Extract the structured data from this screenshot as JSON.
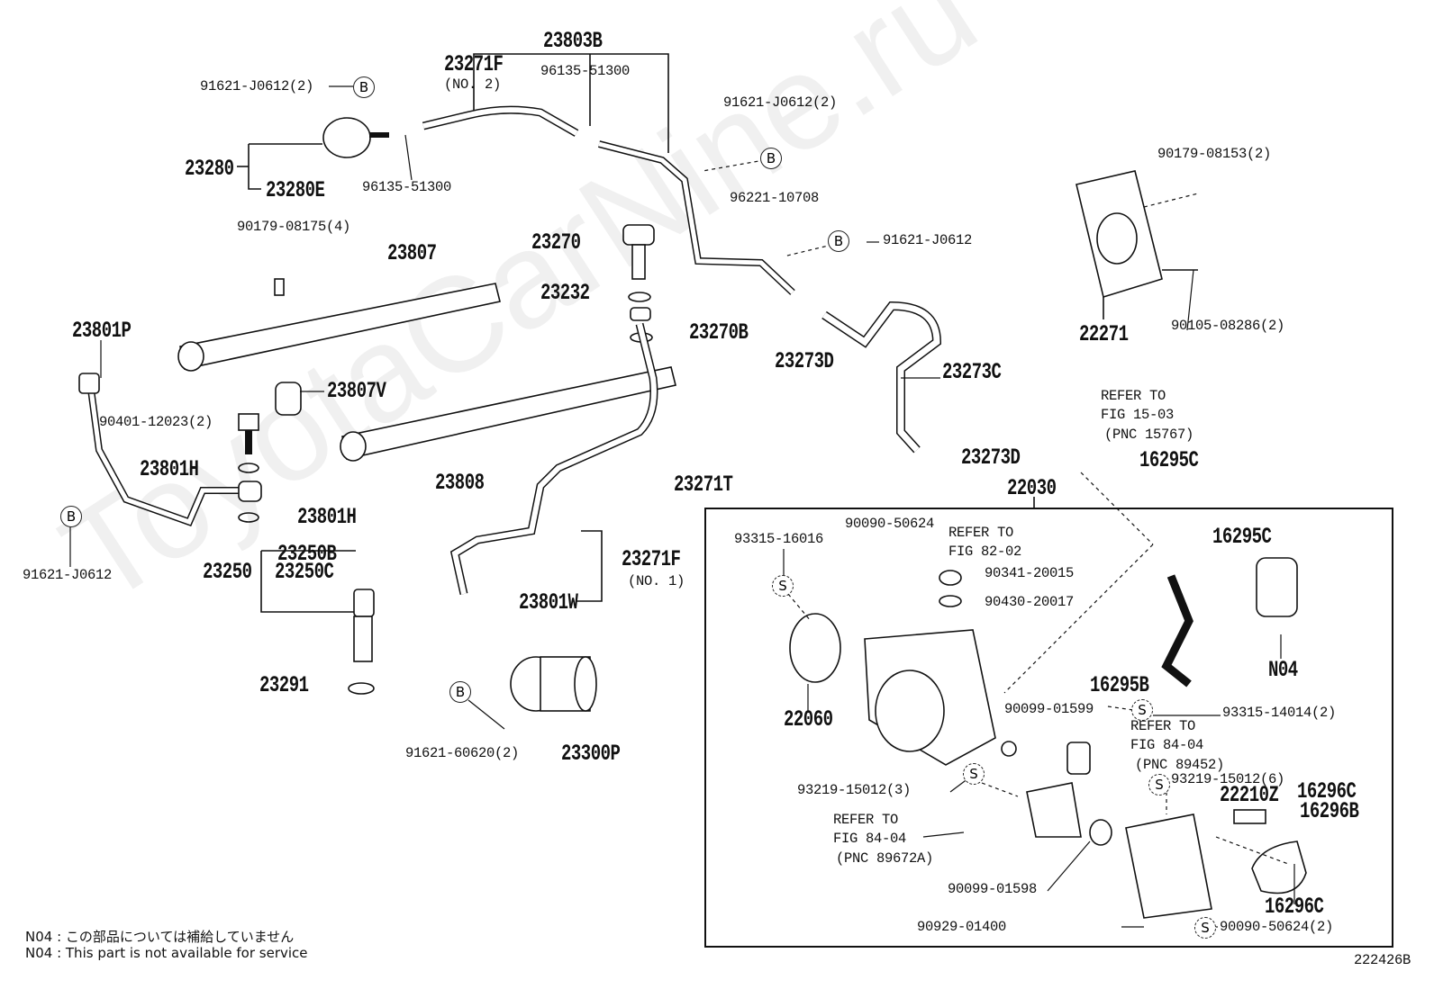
{
  "diagram_id": "222426B",
  "watermark": "ToyotaCarNine.ru",
  "labels": [
    "23803B",
    "23271F",
    "(NO. 2)",
    "96135-51300",
    "91621-J0612(2)",
    "23280",
    "23280E",
    "96135-51300",
    "91621-J0612(2)",
    "96221-10708",
    "91621-J0612",
    "90179-08175(4)",
    "23807",
    "23270",
    "23232",
    "23270B",
    "90179-08153(2)",
    "90105-08286(2)",
    "22271",
    "23273D",
    "23273C",
    "23273D",
    "23801P",
    "23807V",
    "90401-12023(2)",
    "23801H",
    "23801H",
    "91621-J0612",
    "23808",
    "23271T",
    "REFER TO",
    "FIG 15-03",
    "(PNC 15767)",
    "16295C",
    "22030",
    "23250B",
    "23250",
    "23250C",
    "23271F",
    "(NO. 1)",
    "23801W",
    "23291",
    "91621-60620(2)",
    "23300P",
    "93315-16016",
    "90090-50624",
    "REFER TO",
    "FIG 82-02",
    "90341-20015",
    "90430-20017",
    "16295C",
    "N04",
    "16295B",
    "22060",
    "90099-01599",
    "93315-14014(2)",
    "REFER TO",
    "FIG 84-04",
    "(PNC 89452)",
    "93219-15012(6)",
    "93219-15012(3)",
    "22210Z",
    "16296C",
    "16296B",
    "REFER TO",
    "FIG 84-04",
    "(PNC 89672A)",
    "90099-01598",
    "16296C",
    "90929-01400",
    "90090-50624(2)"
  ],
  "markers": [
    "B",
    "B",
    "B",
    "B",
    "B",
    "S",
    "S",
    "S",
    "S",
    "S"
  ],
  "notes": [
    "N04 : この部品については補給していません",
    "N04 : This part is not available for service"
  ]
}
